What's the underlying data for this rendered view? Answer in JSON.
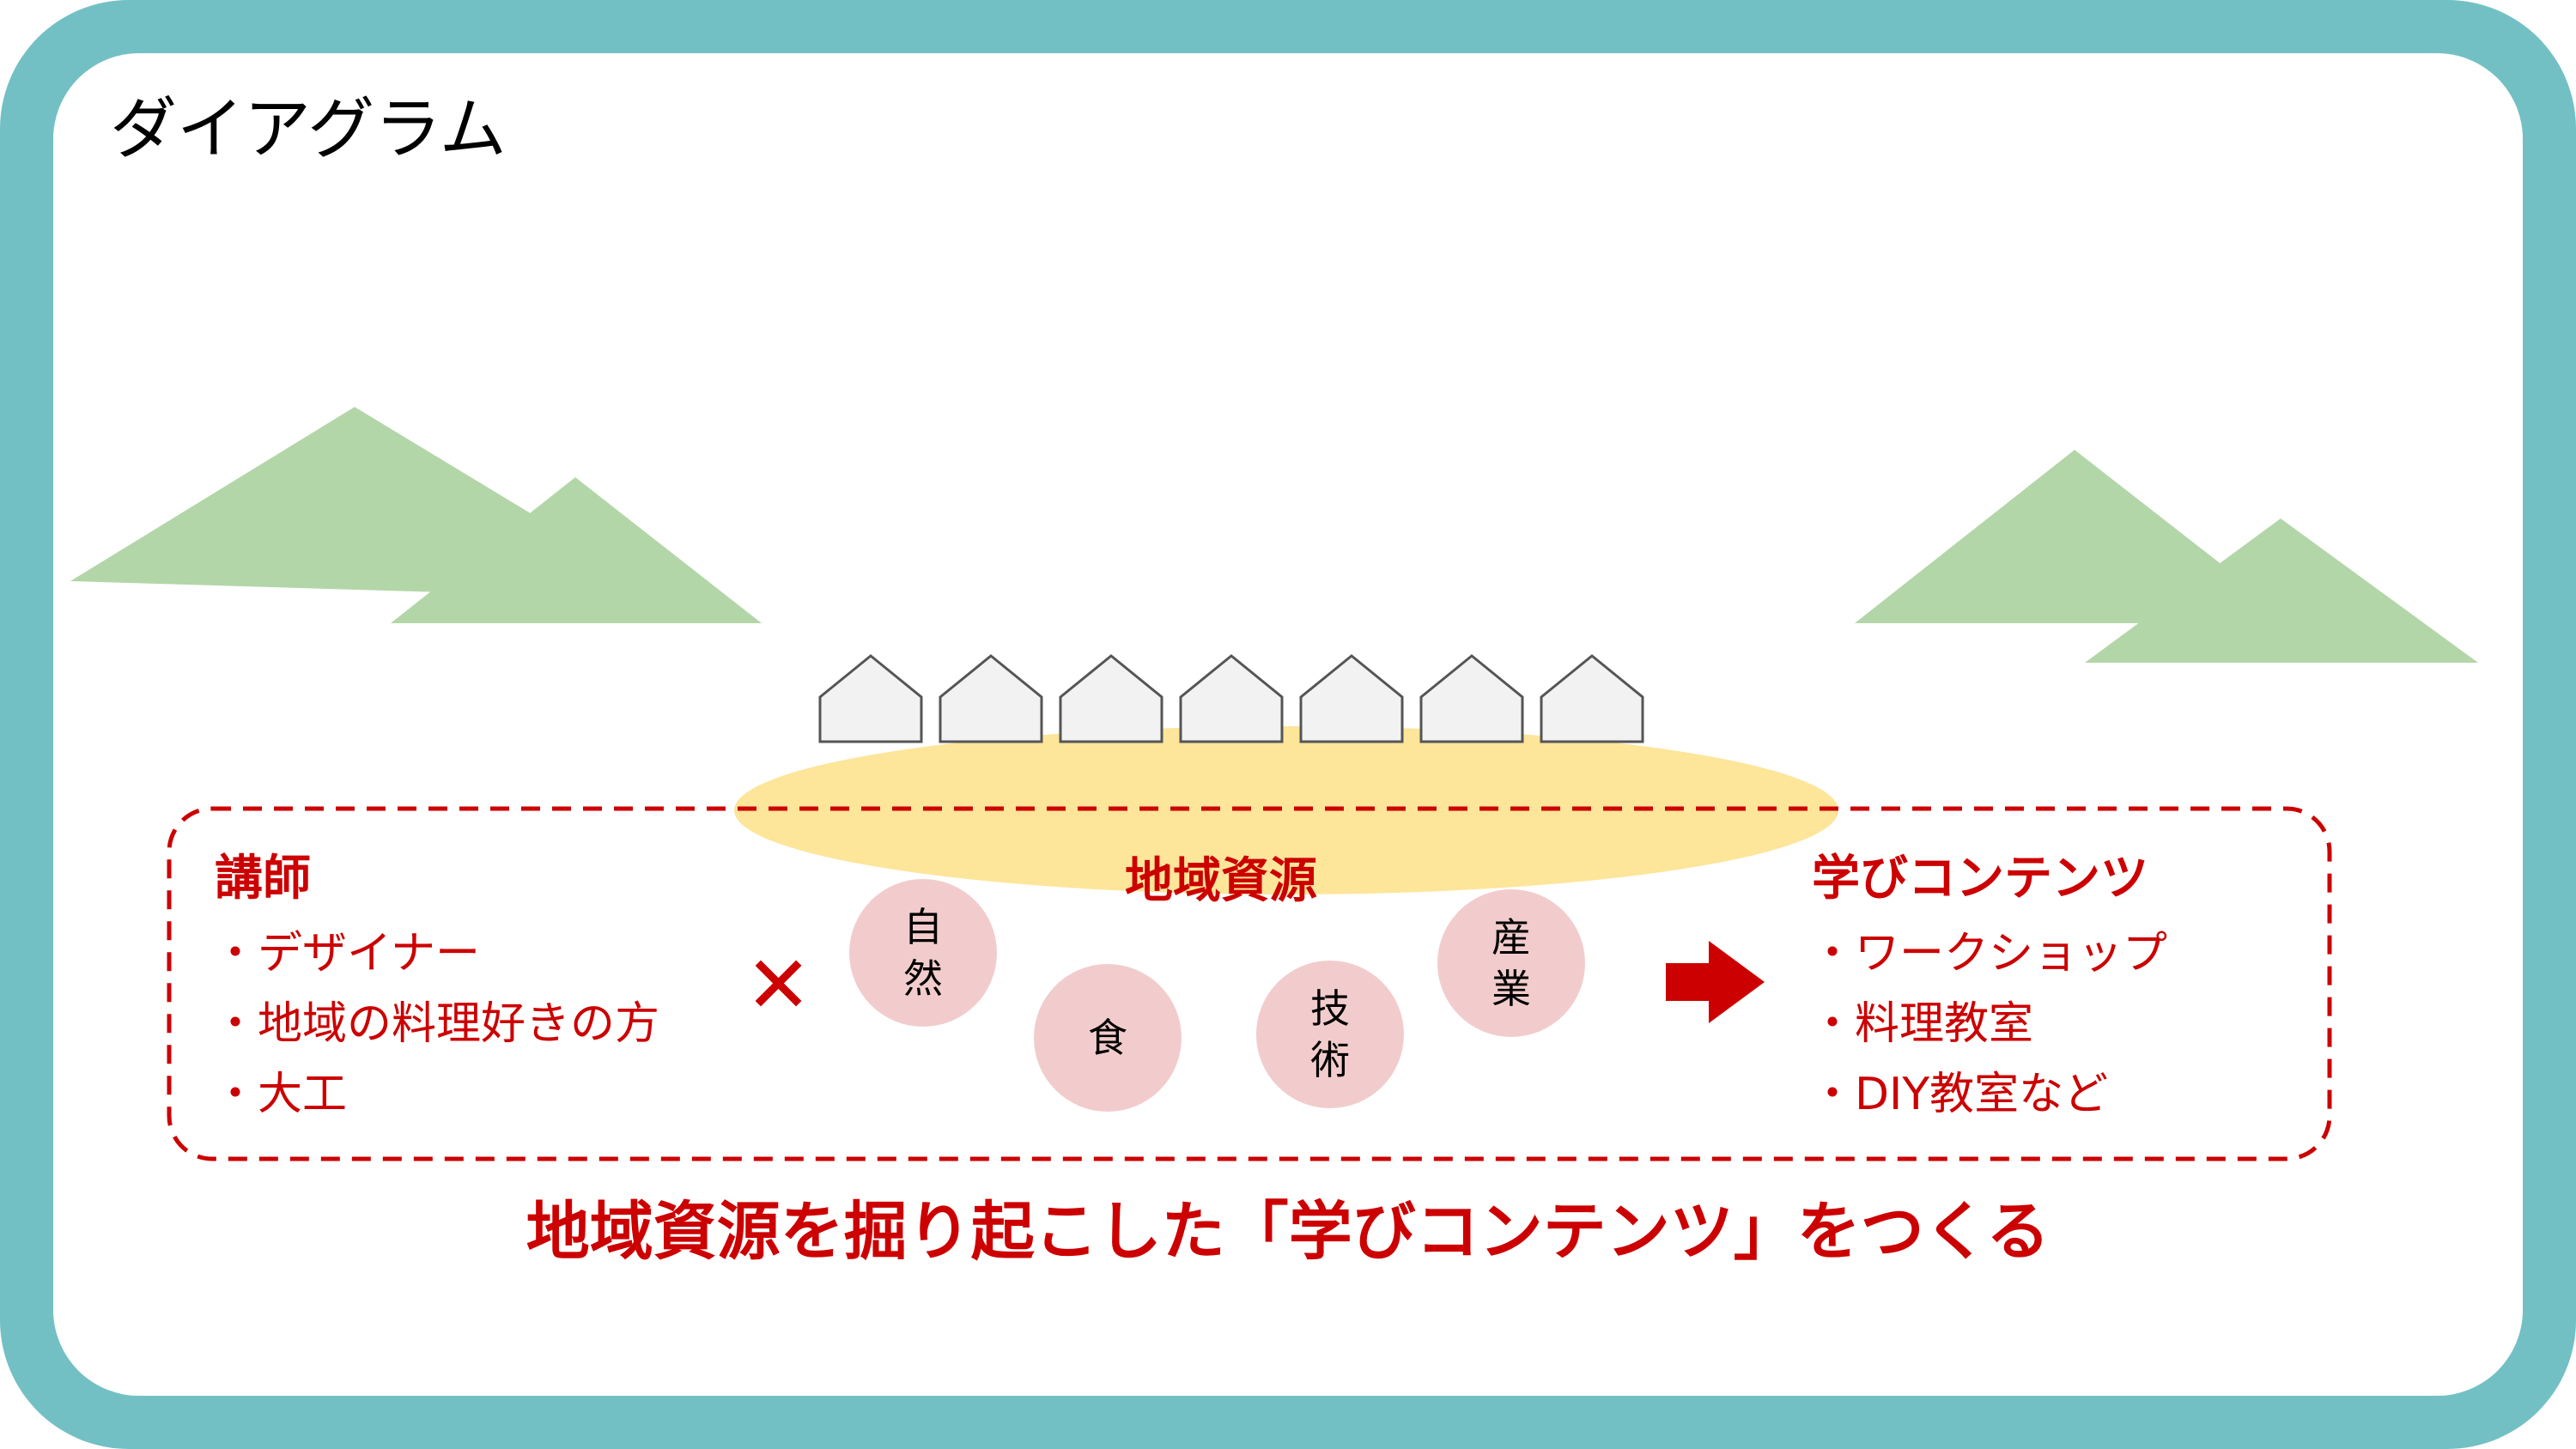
{
  "title": "ダイアグラム",
  "teachers": {
    "heading": "講師",
    "items": [
      "・デザイナー",
      "・地域の料理好きの方",
      "・大工"
    ]
  },
  "operator": "✕",
  "resources": {
    "heading": "地域資源",
    "circles": [
      {
        "line1": "自",
        "line2": "然"
      },
      {
        "line1": "食",
        "line2": ""
      },
      {
        "line1": "技",
        "line2": "術"
      },
      {
        "line1": "産",
        "line2": "業"
      }
    ]
  },
  "contents": {
    "heading": "学びコンテンツ",
    "items": [
      "・ワークショップ",
      "・料理教室",
      "・DIY教室など"
    ]
  },
  "footer": "地域資源を掘り起こした「学びコンテンツ」をつくる",
  "colors": {
    "frame": "#73c0c4",
    "mountain": "#b3d6a8",
    "village_glow": "#fde59a",
    "accent_red": "#cc0000",
    "circle_fill": "#f2cccc",
    "house_fill": "#f2f2f2"
  }
}
